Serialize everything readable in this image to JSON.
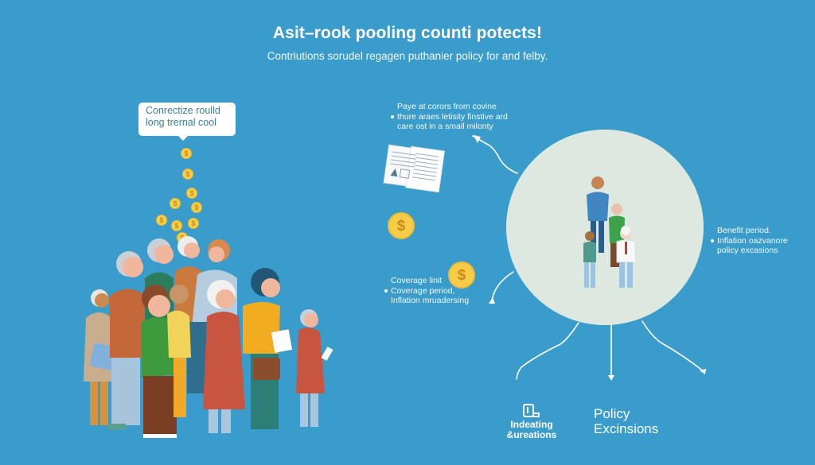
{
  "header": {
    "title": "Asit–rook pooling counti potects!",
    "subtitle": "Contriutions sorudel regagen puthanier policy for and felby."
  },
  "left_panel": {
    "speech_bubble": {
      "line1": "Conrectize roulld",
      "line2": "long trernal cool"
    },
    "coin_symbol": "$",
    "coins_count": 9,
    "crowd_people_count": 12
  },
  "middle_panel": {
    "note_top": {
      "line1": "Paye at corors from covine",
      "line2": "thure araes letisity finstive ard",
      "line3": "care ost in a small milonty"
    },
    "document_icon": "document-icon",
    "coin_symbol": "$",
    "note_bottom": {
      "line1": "Coverage linit",
      "line2": "Coverage period,",
      "line3": "Inflation mruadersing"
    }
  },
  "pool_circle": {
    "people_count": 4,
    "fill_color": "#dde9e0"
  },
  "right_panel": {
    "note": {
      "line1": "Benefit period.",
      "line2": "Inflation oazvanore",
      "line3": "policy excasions"
    }
  },
  "bottom_labels": {
    "indexing": {
      "icon": "indexing-icon",
      "line1": "Indeating",
      "line2": "&ureations"
    },
    "policy": {
      "line1": "Policy",
      "line2": "Excinsions"
    }
  },
  "colors": {
    "background": "#3a9ccb",
    "coin": "#f6cf4b",
    "text": "#ffffff",
    "bubble_text": "#3c7f98"
  }
}
